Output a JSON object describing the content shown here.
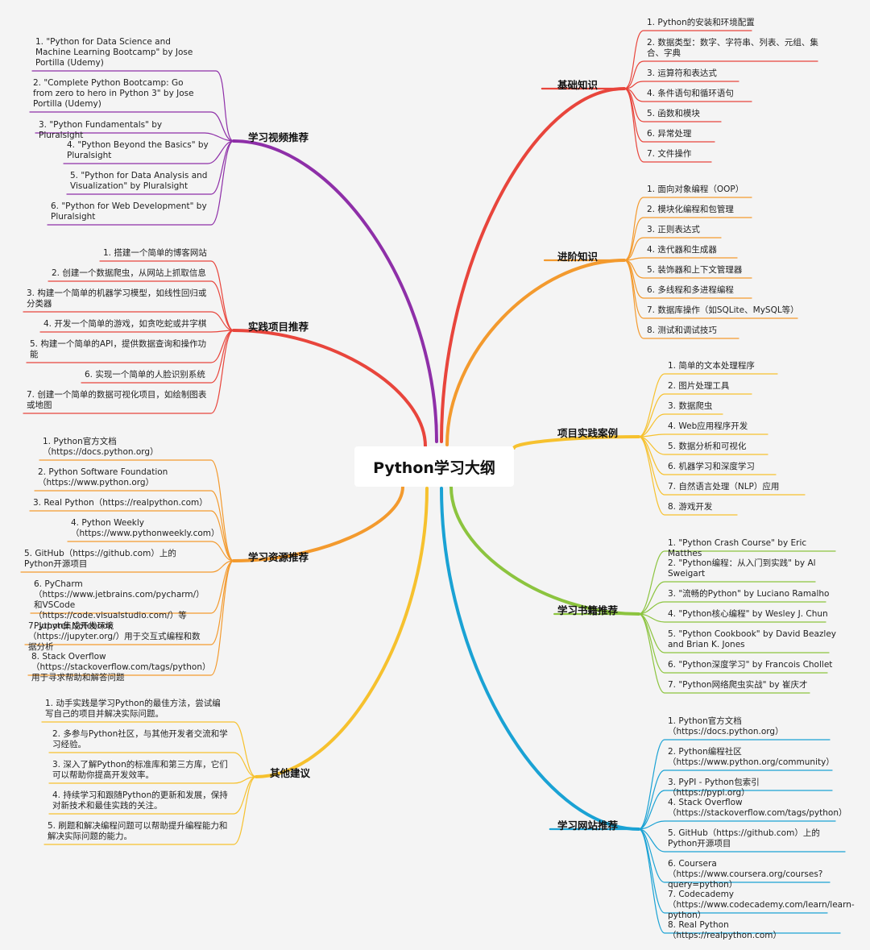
{
  "root": {
    "title": "Python学习大纲"
  },
  "branches": [
    {
      "name": "基础知识",
      "color": "#e8453c",
      "items": [
        "1. Python的安装和环境配置",
        "2. 数据类型：数字、字符串、列表、元组、集合、字典",
        "3. 运算符和表达式",
        "4. 条件语句和循环语句",
        "5. 函数和模块",
        "6. 异常处理",
        "7. 文件操作"
      ]
    },
    {
      "name": "进阶知识",
      "color": "#f39a2e",
      "items": [
        "1. 面向对象编程（OOP）",
        "2. 模块化编程和包管理",
        "3. 正则表达式",
        "4. 迭代器和生成器",
        "5. 装饰器和上下文管理器",
        "6. 多线程和多进程编程",
        "7. 数据库操作（如SQLite、MySQL等）",
        "8. 测试和调试技巧"
      ]
    },
    {
      "name": "项目实践案例",
      "color": "#f6c12e",
      "items": [
        "1. 简单的文本处理程序",
        "2. 图片处理工具",
        "3. 数据爬虫",
        "4. Web应用程序开发",
        "5. 数据分析和可视化",
        "6. 机器学习和深度学习",
        "7. 自然语言处理（NLP）应用",
        "8. 游戏开发"
      ]
    },
    {
      "name": "学习书籍推荐",
      "color": "#8cc43f",
      "items": [
        "1. \"Python Crash Course\" by Eric Matthes",
        "2. \"Python编程：从入门到实践\" by Al Sweigart",
        "3. \"流畅的Python\" by Luciano Ramalho",
        "4. \"Python核心编程\" by Wesley J. Chun",
        "5. \"Python Cookbook\" by David Beazley and Brian K. Jones",
        "6. \"Python深度学习\" by Francois Chollet",
        "7. \"Python网络爬虫实战\" by 崔庆才"
      ]
    },
    {
      "name": "学习网站推荐",
      "color": "#1aa2d4",
      "items": [
        "1. Python官方文档（https://docs.python.org）",
        "2. Python编程社区（https://www.python.org/community）",
        "3. PyPI - Python包索引（https://pypi.org）",
        "4. Stack Overflow（https://stackoverflow.com/tags/python）",
        "5. GitHub（https://github.com）上的Python开源项目",
        "6. Coursera（https://www.coursera.org/courses?query=python）",
        "7. Codecademy（https://www.codecademy.com/learn/learn-python）",
        "8. Real Python（https://realpython.com）"
      ]
    },
    {
      "name": "学习视频推荐",
      "color": "#8e2fa8",
      "items": [
        "1. \"Python for Data Science and Machine Learning Bootcamp\" by Jose Portilla (Udemy)",
        "2. \"Complete Python Bootcamp: Go from zero to hero in Python 3\" by Jose Portilla (Udemy)",
        "3. \"Python Fundamentals\" by Pluralsight",
        "4. \"Python Beyond the Basics\" by Pluralsight",
        "5. \"Python for Data Analysis and Visualization\" by Pluralsight",
        "6. \"Python for Web Development\" by Pluralsight"
      ]
    },
    {
      "name": "实践项目推荐",
      "color": "#e8453c",
      "items": [
        "1. 搭建一个简单的博客网站",
        "2. 创建一个数据爬虫，从网站上抓取信息",
        "3. 构建一个简单的机器学习模型，如线性回归或分类器",
        "4. 开发一个简单的游戏，如贪吃蛇或井字棋",
        "5. 构建一个简单的API，提供数据查询和操作功能",
        "6. 实现一个简单的人脸识别系统",
        "7. 创建一个简单的数据可视化项目，如绘制图表或地图"
      ]
    },
    {
      "name": "学习资源推荐",
      "color": "#f39a2e",
      "items": [
        "1. Python官方文档（https://docs.python.org）",
        "2. Python Software Foundation（https://www.python.org）",
        "3. Real Python（https://realpython.com）",
        "4. Python Weekly（https://www.pythonweekly.com）",
        "5. GitHub（https://github.com）上的Python开源项目",
        "6. PyCharm（https://www.jetbrains.com/pycharm/）和VSCode（https://code.visualstudio.com/）等Python集成开发环境",
        "7. Jupyter Notebook（https://jupyter.org/）用于交互式编程和数据分析",
        "8. Stack Overflow（https://stackoverflow.com/tags/python）用于寻求帮助和解答问题"
      ]
    },
    {
      "name": "其他建议",
      "color": "#f6c12e",
      "items": [
        "1. 动手实践是学习Python的最佳方法，尝试编写自己的项目并解决实际问题。",
        "2. 多参与Python社区，与其他开发者交流和学习经验。",
        "3. 深入了解Python的标准库和第三方库，它们可以帮助你提高开发效率。",
        "4. 持续学习和跟随Python的更新和发展，保持对新技术和最佳实践的关注。",
        "5. 刷题和解决编程问题可以帮助提升编程能力和解决实际问题的能力。"
      ]
    }
  ]
}
